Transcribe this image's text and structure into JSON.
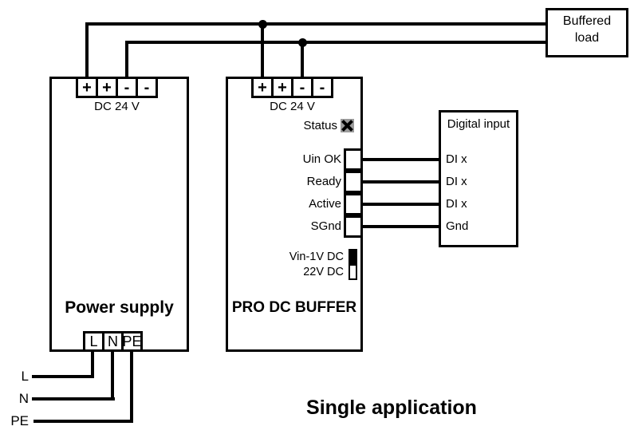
{
  "caption": "Single application",
  "colors": {
    "wire": "#000000",
    "background": "#ffffff",
    "status_icon_fill": "#9c9c9c",
    "status_icon_cross": "#000000"
  },
  "icons": {
    "status": "x-mark",
    "mode_switch": "vertical-slider"
  },
  "power_supply": {
    "title": "Power supply",
    "dc_label": "DC 24 V",
    "terminals_top": [
      "+",
      "+",
      "-",
      "-"
    ],
    "terminals_bottom": [
      "L",
      "N",
      "PE"
    ]
  },
  "buffer": {
    "title": "PRO DC BUFFER",
    "dc_label": "DC 24 V",
    "status_label": "Status",
    "signal_labels": [
      "Uin OK",
      "Ready",
      "Active",
      "SGnd"
    ],
    "switch_top_label": "Vin-1V DC",
    "switch_bottom_label": "22V DC",
    "terminals_top": [
      "+",
      "+",
      "-",
      "-"
    ]
  },
  "buffered_load": {
    "line1": "Buffered",
    "line2": "load"
  },
  "digital_input": {
    "title": "Digital input",
    "pins": [
      "DI x",
      "DI x",
      "DI x",
      "Gnd"
    ]
  },
  "mains": {
    "labels": [
      "L",
      "N",
      "PE"
    ]
  }
}
